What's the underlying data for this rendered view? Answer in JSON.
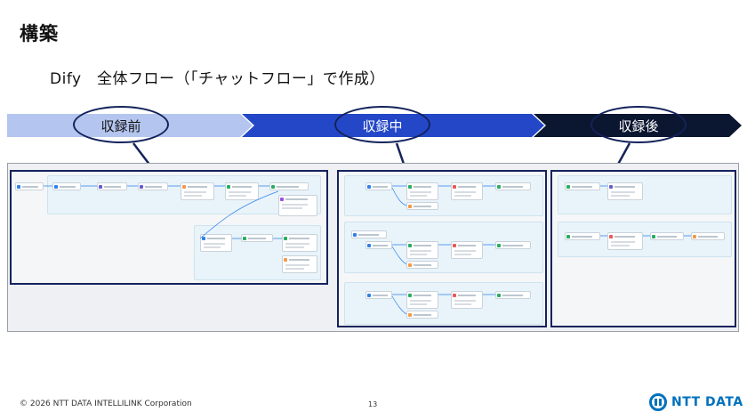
{
  "slide": {
    "title": "構築",
    "subtitle": "Dify　全体フロー（「チャットフロー」で作成）"
  },
  "phases": [
    {
      "label": "収録前",
      "color": "#b4c5ef"
    },
    {
      "label": "収録中",
      "color": "#2347c7"
    },
    {
      "label": "収録後",
      "color": "#0b1630"
    }
  ],
  "footer": {
    "copyright": "© 2026 NTT DATA INTELLILINK Corporation",
    "page_number": "13",
    "logo_text": "NTT DATA"
  },
  "colors": {
    "accent": "#14235c",
    "brand": "#0071bc"
  }
}
